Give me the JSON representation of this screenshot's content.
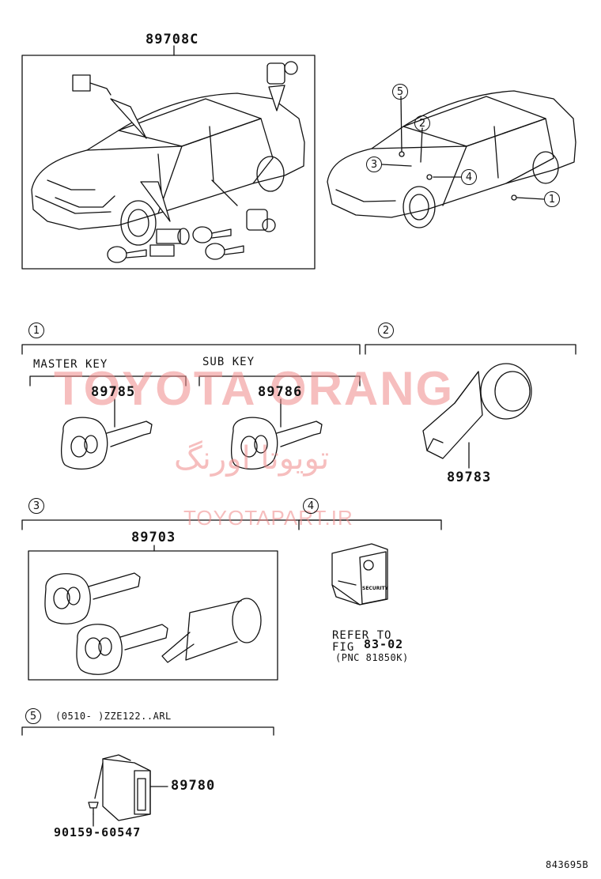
{
  "top_assembly": {
    "part_number": "89708C"
  },
  "locator": {
    "callouts": [
      "5",
      "2",
      "3",
      "4",
      "1"
    ]
  },
  "section1": {
    "number": "1",
    "master_key": {
      "label": "MASTER KEY",
      "part_number": "89785"
    },
    "sub_key": {
      "label": "SUB KEY",
      "part_number": "89786"
    }
  },
  "section2": {
    "number": "2",
    "part_number": "89783"
  },
  "section3": {
    "number": "3",
    "part_number": "89703"
  },
  "section4": {
    "number": "4",
    "refer_line1": "REFER TO",
    "refer_line2": "FIG",
    "fig_number": "83-02",
    "pnc": "(PNC 81850K)",
    "switch_label": "SECURITY"
  },
  "section5": {
    "number": "5",
    "condition": "(0510-     )ZZE122..ARL",
    "part_number": "89780",
    "bolt_part_number": "90159-60547"
  },
  "illustration_code": "843695B",
  "watermark": {
    "main": "TOYOTA ORANG",
    "persian": "تویوتا اورنگ",
    "url": "TOYOTAPART.IR"
  }
}
